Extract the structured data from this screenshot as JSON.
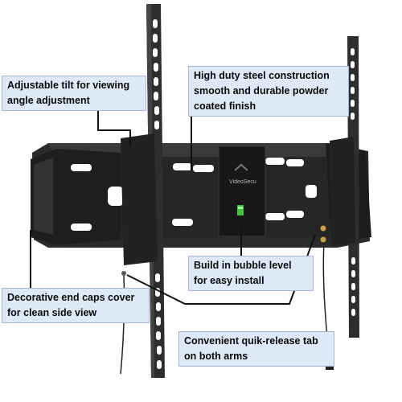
{
  "callouts": {
    "tilt": {
      "line1": "Adjustable tilt for viewing",
      "line2": "angle adjustment"
    },
    "steel": {
      "line1": "High duty steel construction",
      "line2": "smooth and durable powder",
      "line3": "coated finish"
    },
    "level": {
      "line1": "Build in bubble level",
      "line2": "for easy install"
    },
    "endcaps": {
      "line1": "Decorative end caps cover",
      "line2": "for clean side view"
    },
    "release": {
      "line1": "Convenient quik-release tab",
      "line2": "on both arms"
    }
  },
  "brand_plate": {
    "text": "VideoSecu"
  },
  "colors": {
    "callout_bg": "#dde9f7",
    "metal": "#2b2b2b",
    "metal_dark": "#1a1a1a",
    "leader_line": "#111111",
    "bubble_level": "#3ec43e"
  }
}
